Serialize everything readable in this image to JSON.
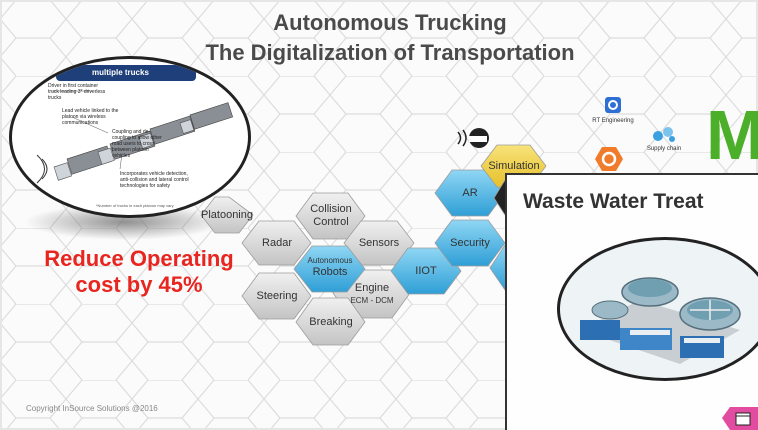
{
  "slide": {
    "title_line1": "Autonomous Trucking",
    "title_line2": "The Digitalization of Transportation",
    "headline_line1": "Reduce Operating",
    "headline_line2": "cost by 45%",
    "copyright": "Copyright InSource Solutions @2016"
  },
  "platoon_image": {
    "heading": "multiple trucks",
    "notes": [
      "Driver in first container truck leading 3* driverless trucks",
      "Lead vehicle linked to the platoon via wireless communications",
      "Coupling and de-coupling to allow other road users to cross between platoon vehicles",
      "Incorporates vehicle detection, anti-collision and lateral control technologies for safety"
    ],
    "footnote": "*Number of trucks in each platoon may vary"
  },
  "hex_grey": [
    {
      "label": "Platooning"
    },
    {
      "label": "Radar"
    },
    {
      "label": "Collision Control"
    },
    {
      "label": "Sensors"
    },
    {
      "label": "Steering"
    },
    {
      "label": "Engine",
      "sub": "ECM - DCM"
    },
    {
      "label": "Breaking"
    }
  ],
  "hex_blue": [
    {
      "small": "Autonomous",
      "label": "Robots"
    },
    {
      "label": "IIOT"
    },
    {
      "label": "Security"
    },
    {
      "label": "AR"
    }
  ],
  "hex_yellow": {
    "label": "Simulation"
  },
  "icons": {
    "rt_engineering": "RT Engineering",
    "supply_chain": "Supply chain"
  },
  "overlay": {
    "title": "Waste Water Treat",
    "big_letter": "M"
  },
  "colors": {
    "red": "#e8251f",
    "blue_hex": "#4fb6e6",
    "grey_hex": "#d4d4d4",
    "yellow_hex": "#f0d34a",
    "green": "#4caf29"
  }
}
